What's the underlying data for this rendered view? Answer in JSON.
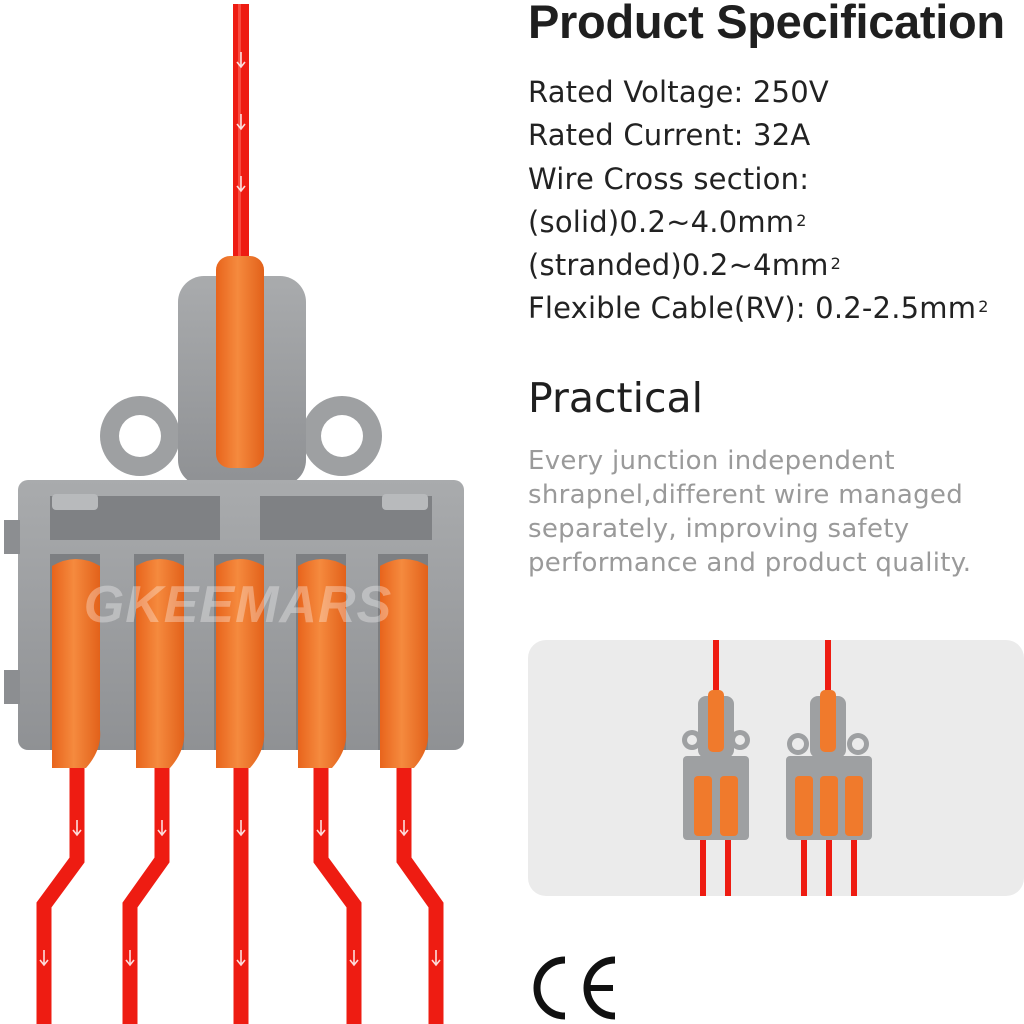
{
  "brand": {
    "watermark": "GKEEMARS"
  },
  "specification": {
    "title": "Product Specification",
    "lines": [
      {
        "label": "Rated Voltage:",
        "value": "250V"
      },
      {
        "label": "Rated Current:",
        "value": "32A"
      },
      {
        "label": "Wire Cross section:",
        "value": ""
      },
      {
        "label": "(solid)",
        "value": "0.2~4.0mm",
        "superscript": "2"
      },
      {
        "label": "(stranded)",
        "value": "0.2~4mm",
        "superscript": "2"
      },
      {
        "label": "Flexible Cable(RV):",
        "value": "0.2-2.5mm",
        "superscript": "2"
      }
    ]
  },
  "practical": {
    "title": "Practical",
    "description": "Every junction independent shrapnel,different wire managed separately, improving safety performance and product quality."
  },
  "certification": {
    "mark": "CE"
  },
  "colors": {
    "wire": "#ee1c12",
    "connector_body": "#9ea0a2",
    "lever": "#f07a2c",
    "description_text": "#9a9a9a",
    "panel_background": "#ebebeb"
  },
  "icons": [
    "wire-arrow-icon",
    "ce-mark-icon"
  ]
}
